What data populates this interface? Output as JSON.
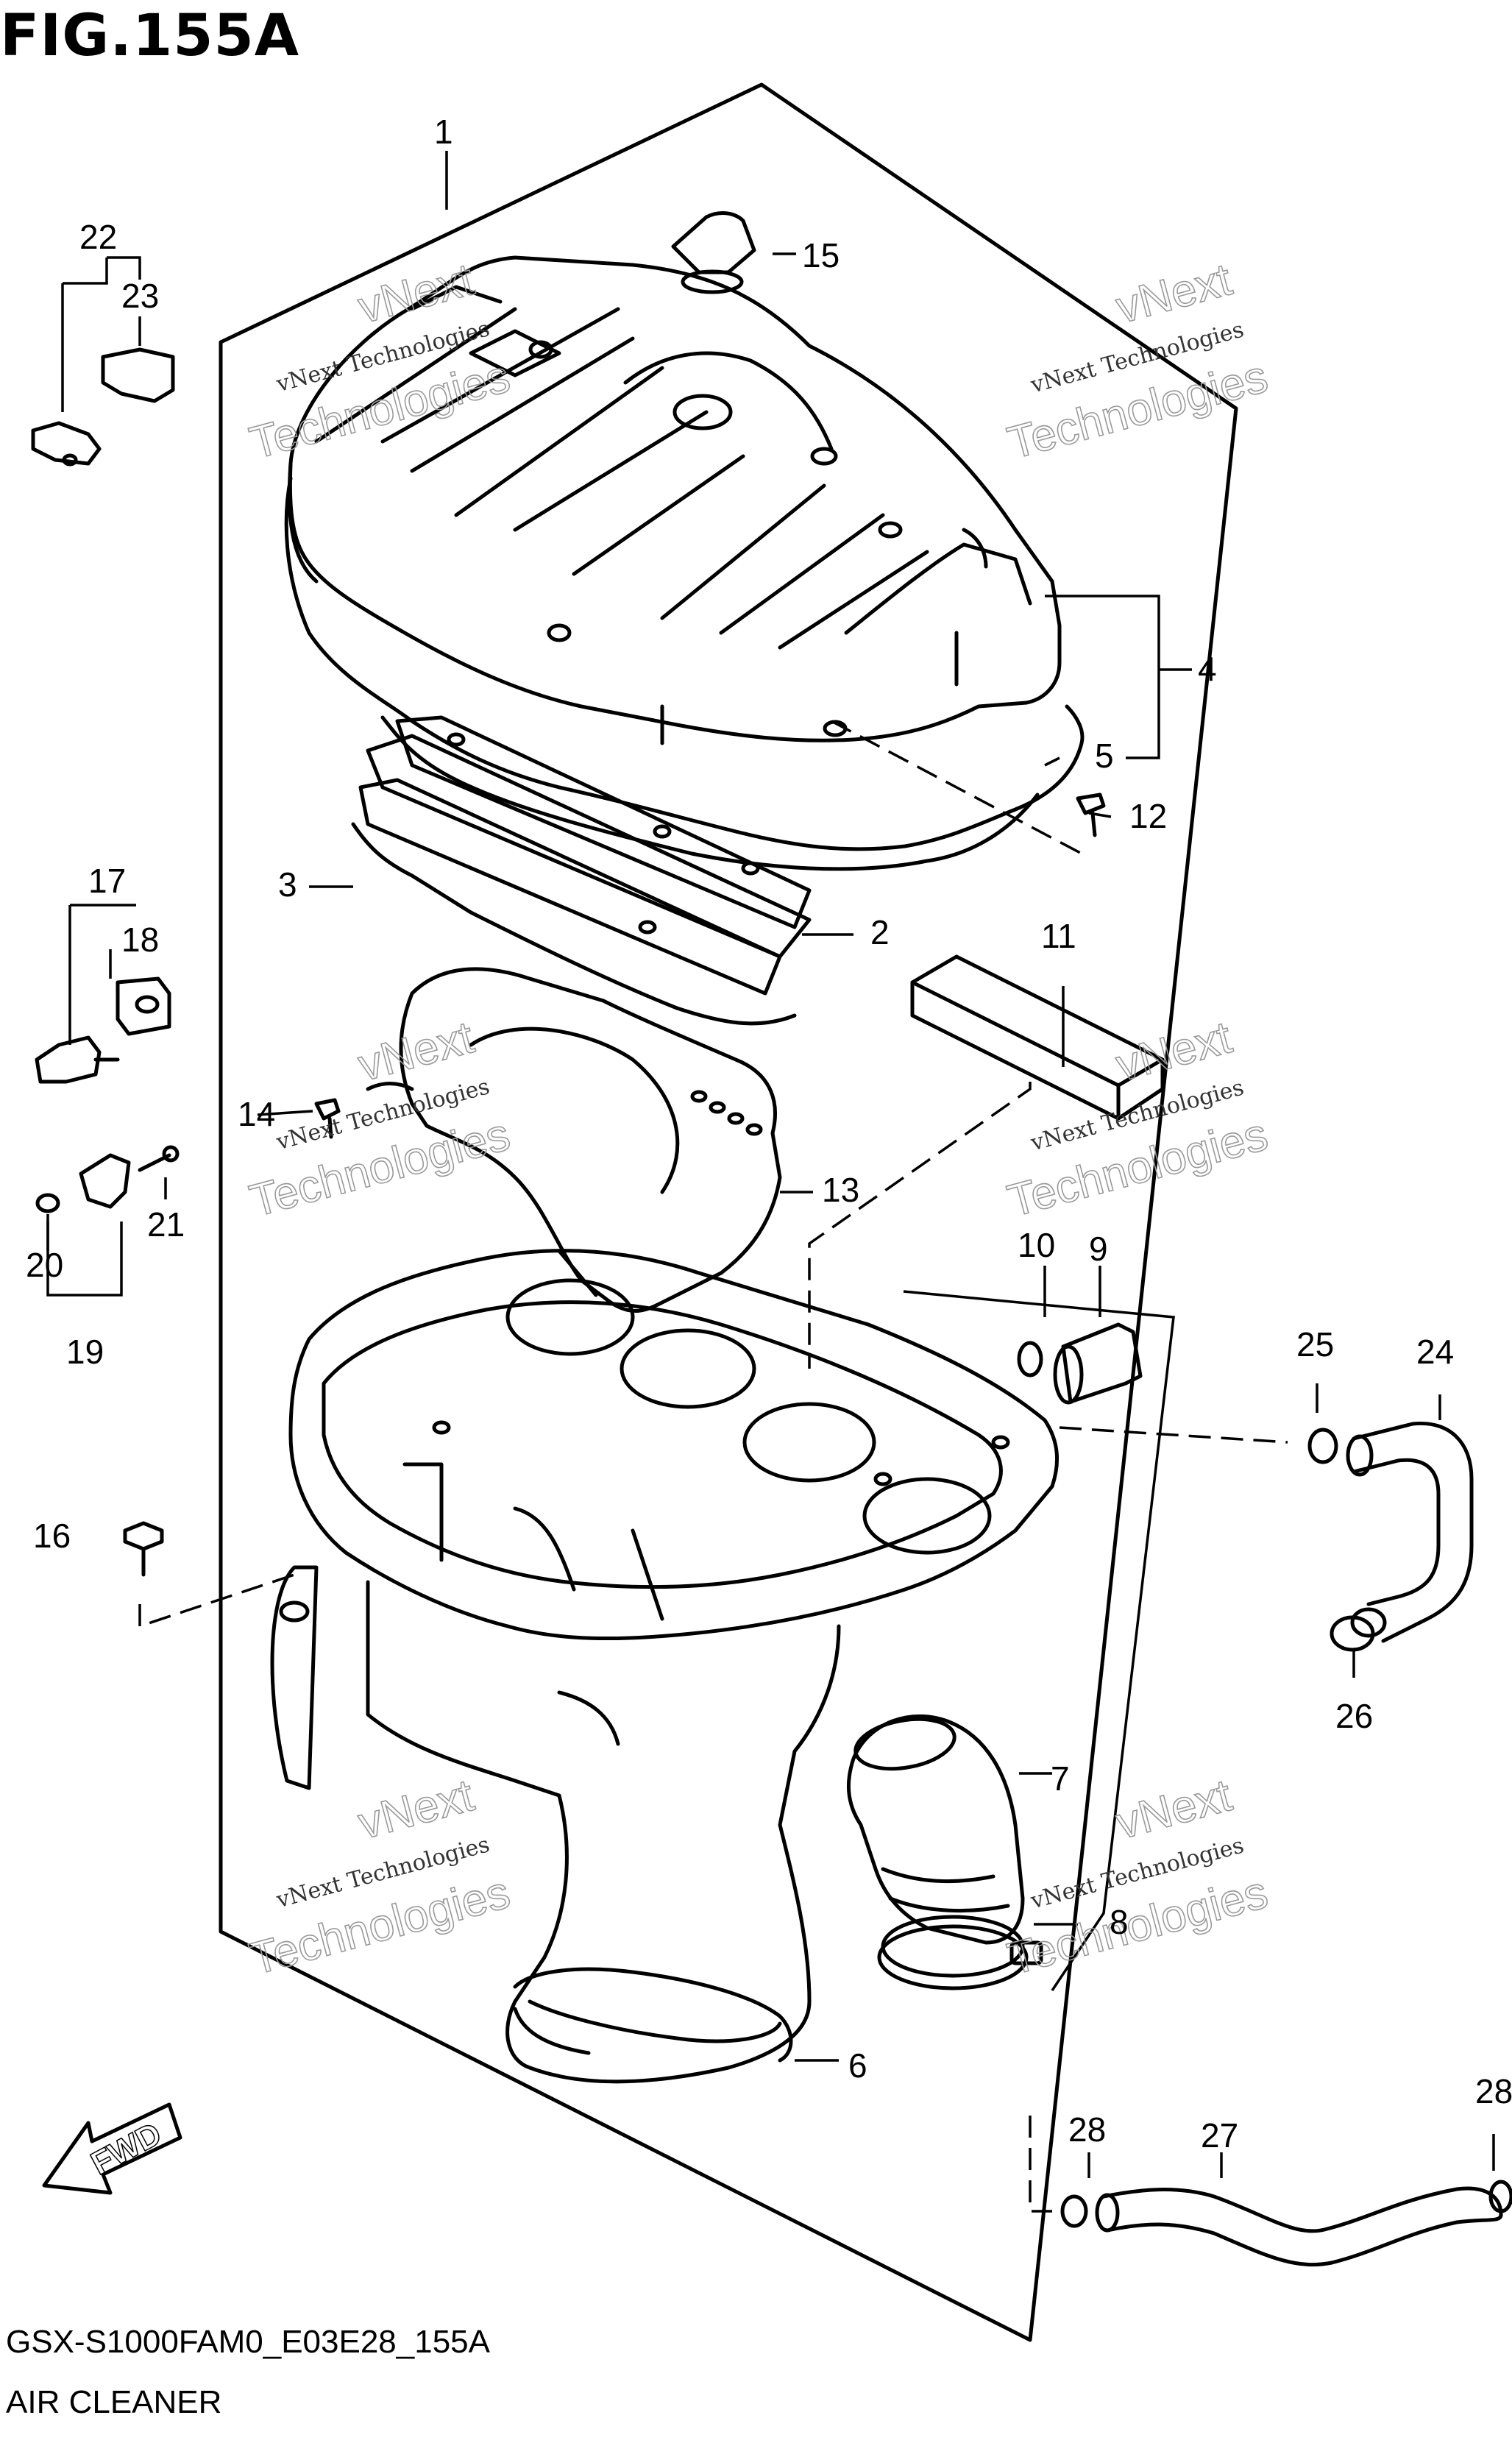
{
  "figure": {
    "title": "FIG.155A",
    "code": "GSX-S1000FAM0_E03E28_155A",
    "name": "AIR CLEANER"
  },
  "watermark": {
    "line1": "vNext Technologies",
    "line2": "Technologies",
    "line3": "vNext"
  },
  "direction_marker": "FWD",
  "callouts": [
    {
      "id": "c1",
      "label": "1"
    },
    {
      "id": "c2",
      "label": "2"
    },
    {
      "id": "c3",
      "label": "3"
    },
    {
      "id": "c4",
      "label": "4"
    },
    {
      "id": "c5",
      "label": "5"
    },
    {
      "id": "c6",
      "label": "6"
    },
    {
      "id": "c7",
      "label": "7"
    },
    {
      "id": "c8",
      "label": "8"
    },
    {
      "id": "c9",
      "label": "9"
    },
    {
      "id": "c10",
      "label": "10"
    },
    {
      "id": "c11",
      "label": "11"
    },
    {
      "id": "c12",
      "label": "12"
    },
    {
      "id": "c13",
      "label": "13"
    },
    {
      "id": "c14",
      "label": "14"
    },
    {
      "id": "c15",
      "label": "15"
    },
    {
      "id": "c16",
      "label": "16"
    },
    {
      "id": "c17",
      "label": "17"
    },
    {
      "id": "c18",
      "label": "18"
    },
    {
      "id": "c19",
      "label": "19"
    },
    {
      "id": "c20",
      "label": "20"
    },
    {
      "id": "c21",
      "label": "21"
    },
    {
      "id": "c22",
      "label": "22"
    },
    {
      "id": "c23",
      "label": "23"
    },
    {
      "id": "c24",
      "label": "24"
    },
    {
      "id": "c25",
      "label": "25"
    },
    {
      "id": "c26",
      "label": "26"
    },
    {
      "id": "c27",
      "label": "27"
    },
    {
      "id": "c28a",
      "label": "28"
    },
    {
      "id": "c28b",
      "label": "28"
    }
  ]
}
